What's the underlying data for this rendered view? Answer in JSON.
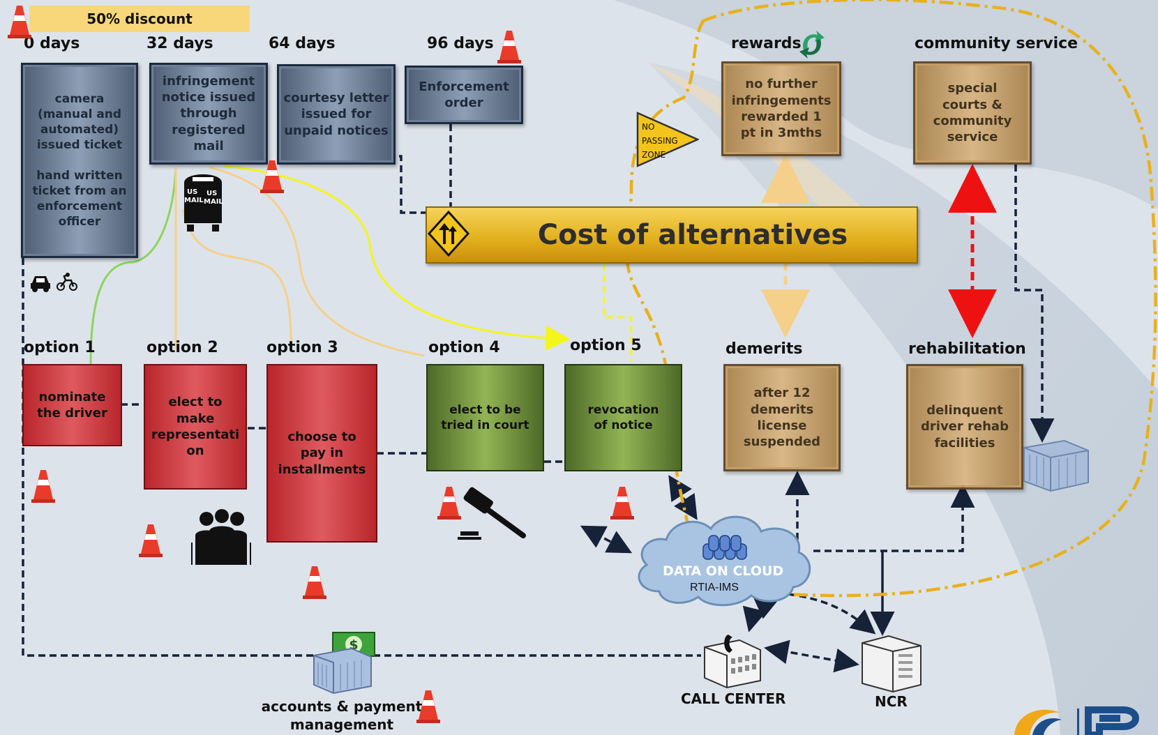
{
  "banner": "50% discount",
  "days": [
    "0 days",
    "32 days",
    "64 days",
    "96 days"
  ],
  "top_boxes": [
    "camera (manual and automated) issued ticket\n\nhand written ticket from an enforcement officer",
    "infringement notice issued through registered mail",
    "courtesy letter issued for unpaid notices",
    "Enforcement order"
  ],
  "central_banner": "Cost of alternatives",
  "no_passing_sign": [
    "NO",
    "PASSING",
    "ZONE"
  ],
  "mailbox_text": [
    "US",
    "MAIL",
    "US",
    "MAIL"
  ],
  "options": [
    {
      "heading": "option 1",
      "text": "nominate the driver"
    },
    {
      "heading": "option 2",
      "text": "elect to make representati on"
    },
    {
      "heading": "option 3",
      "text": "choose to pay in installments"
    },
    {
      "heading": "option 4",
      "text": "elect to be tried in court"
    },
    {
      "heading": "option 5",
      "text": "revocation of notice"
    }
  ],
  "right_sections": [
    {
      "heading": "rewards",
      "text": "no further infringements rewarded 1 pt in 3mths"
    },
    {
      "heading": "community service",
      "text": "special courts & community service"
    },
    {
      "heading": "demerits",
      "text": "after 12 demerits license suspended"
    },
    {
      "heading": "rehabilitation",
      "text": "delinquent driver rehab facilities"
    }
  ],
  "cloud": {
    "title": "DATA ON CLOUD",
    "subtitle": "RTIA-IMS"
  },
  "bottom_labels": {
    "accounts": "accounts & payment management",
    "call_center": "CALL CENTER",
    "ncr": "NCR"
  },
  "icons": [
    "traffic-cone-icon",
    "car-icon",
    "motorcycle-icon",
    "mailbox-icon",
    "gavel-icon",
    "people-icon",
    "bank-building-icon",
    "dollar-bill-icon",
    "server-stack-icon",
    "call-center-icon",
    "office-building-icon",
    "recycle-arrows-icon",
    "merge-sign-icon",
    "logo-icon"
  ],
  "colors": {
    "red_box": "#cf3b40",
    "green_box": "#6e8c3b",
    "tan_box": "#c6a06a",
    "steel_box": "#6f8199",
    "banner": "#f7d77a",
    "cost_bar": "#e3b42a",
    "zone_outline": "#e8b11c"
  }
}
